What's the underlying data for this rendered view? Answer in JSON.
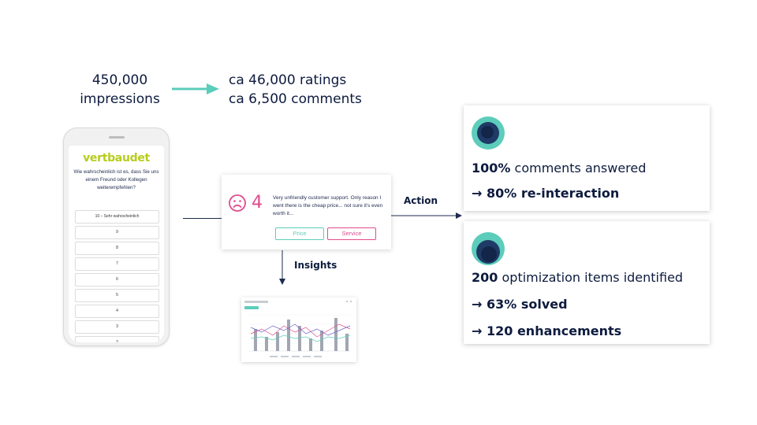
{
  "stats": {
    "impressions_value": "450,000",
    "impressions_label": "impressions",
    "ratings": "ca 46,000 ratings",
    "comments": "ca 6,500 comments"
  },
  "phone": {
    "brand": "vertbaudet",
    "question": "Wie wahrscheinlich ist es, dass Sie uns einem Freund oder Kollegen weiterempfehlen?",
    "options": [
      "10 – Sehr wahrscheinlich",
      "9",
      "8",
      "7",
      "6",
      "5",
      "4",
      "3",
      "2"
    ]
  },
  "feedback": {
    "score": "4",
    "text": "Very unfriendly customer support. Only reason I went there is the cheap price... not sure it's even worth it...",
    "tags": [
      "Price",
      "Service"
    ]
  },
  "labels": {
    "action": "Action",
    "insights": "Insights"
  },
  "cards": {
    "comments": {
      "line1_strong": "100%",
      "line1_rest": " comments answered",
      "line2": "→ 80% re-interaction"
    },
    "optimization": {
      "line1_strong": "200",
      "line1_rest": " optimization items identified",
      "line2": "→ 63% solved",
      "line3": "→ 120 enhancements"
    }
  },
  "colors": {
    "teal": "#5ccdbb",
    "navy": "#0d1b3e",
    "pink": "#e04c8c",
    "lime": "#b7cd1b"
  }
}
